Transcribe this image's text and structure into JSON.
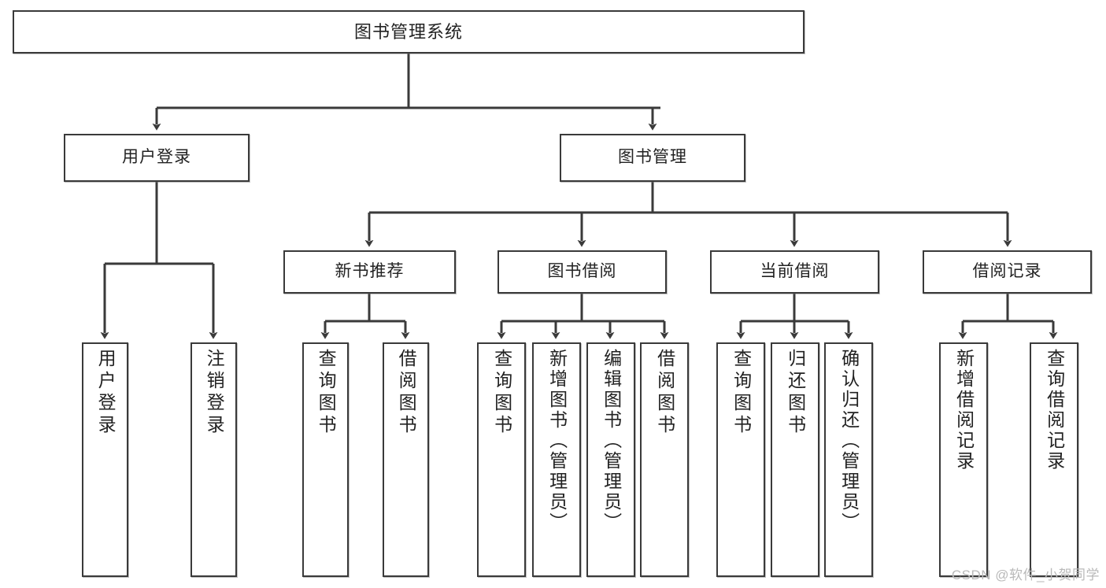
{
  "diagram": {
    "title": "图书管理系统",
    "type": "tree",
    "watermark": "CSDN @软件_小贺同学",
    "stroke_color": "#3a3a3a",
    "background_color": "#ffffff",
    "text_color": "#222222",
    "levels": {
      "root": [
        "图书管理系统"
      ],
      "level2": [
        "用户登录",
        "图书管理"
      ],
      "level3": [
        "新书推荐",
        "图书借阅",
        "当前借阅",
        "借阅记录"
      ],
      "leaves": [
        "用户登录",
        "注销登录",
        "查询图书",
        "借阅图书",
        "查询图书",
        "新增图书（管理员）",
        "编辑图书（管理员）",
        "借阅图书",
        "查询图书",
        "归还图书",
        "确认归还（管理员）",
        "新增借阅记录",
        "查询借阅记录"
      ]
    },
    "nodes": {
      "root": {
        "label": "图书管理系统"
      },
      "user_login": {
        "label": "用户登录"
      },
      "book_manage": {
        "label": "图书管理"
      },
      "new_book_rec": {
        "label": "新书推荐"
      },
      "book_borrow": {
        "label": "图书借阅"
      },
      "current_borrow": {
        "label": "当前借阅"
      },
      "borrow_record": {
        "label": "借阅记录"
      },
      "leaf_user_login": {
        "label": "用户登录"
      },
      "leaf_logout": {
        "label": "注销登录"
      },
      "leaf_query_book_1": {
        "label": "查询图书"
      },
      "leaf_borrow_book_1": {
        "label": "借阅图书"
      },
      "leaf_query_book_2": {
        "label": "查询图书"
      },
      "leaf_add_book": {
        "label": "新增图书（管理员）"
      },
      "leaf_edit_book": {
        "label": "编辑图书（管理员）"
      },
      "leaf_borrow_book_2": {
        "label": "借阅图书"
      },
      "leaf_query_book_3": {
        "label": "查询图书"
      },
      "leaf_return_book": {
        "label": "归还图书"
      },
      "leaf_confirm_return": {
        "label": "确认归还（管理员）"
      },
      "leaf_add_record": {
        "label": "新增借阅记录"
      },
      "leaf_query_record": {
        "label": "查询借阅记录"
      }
    }
  }
}
